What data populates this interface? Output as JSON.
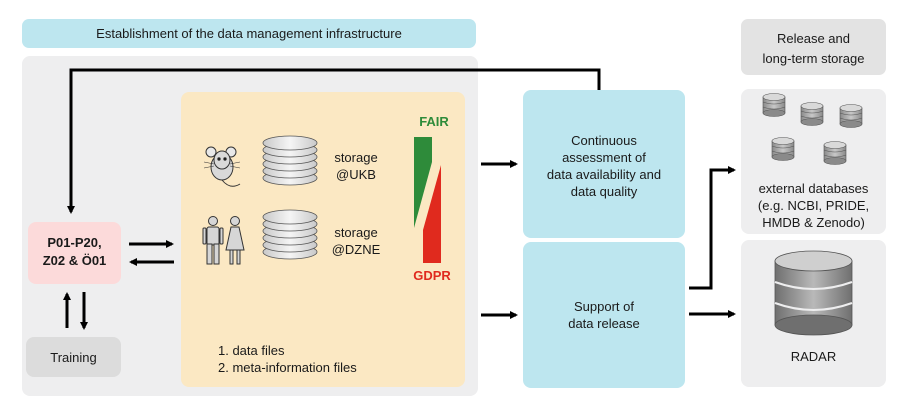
{
  "header": {
    "title": "Establishment of the data management infrastructure"
  },
  "release": {
    "title_line1": "Release and",
    "title_line2": "long-term storage"
  },
  "projects": {
    "line1": "P01-P20,",
    "line2": "Z02 & Ö01"
  },
  "training": {
    "label": "Training"
  },
  "storage": {
    "ukb_line1": "storage",
    "ukb_line2": "@UKB",
    "dzne_line1": "storage",
    "dzne_line2": "@DZNE",
    "fair": "FAIR",
    "gdpr": "GDPR",
    "list": [
      "1. data files",
      "2. meta-information files"
    ]
  },
  "assessment": {
    "lines": [
      "Continuous",
      "assessment of",
      "data availability and",
      "data quality"
    ]
  },
  "support": {
    "lines": [
      "Support of",
      "data release"
    ]
  },
  "external": {
    "lines": [
      "external databases",
      "(e.g. NCBI, PRIDE,",
      "HMDB & Zenodo)"
    ]
  },
  "radar": {
    "label": "RADAR"
  },
  "colors": {
    "cyan": "#bde6ef",
    "panel": "#eeeeef",
    "yellow": "#fbe8c3",
    "pink": "#fcdada",
    "gray": "#e3e3e3",
    "green": "#2e8b3a",
    "red": "#e02a1e"
  }
}
